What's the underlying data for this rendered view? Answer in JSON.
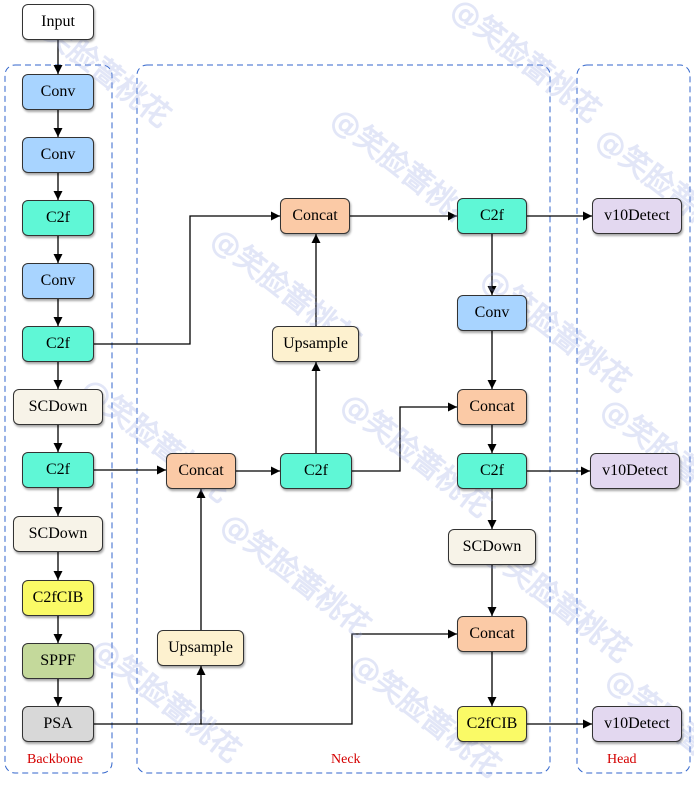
{
  "colors": {
    "input": "#ffffff",
    "conv": "#a8d4ff",
    "c2f": "#5ff7d6",
    "scdown": "#f7f3e8",
    "c2fcib": "#fafa66",
    "sppf": "#c4d99b",
    "psa": "#d8d8d8",
    "concat": "#fbcaa6",
    "upsample": "#fdf1cf",
    "detect": "#e3d8f0",
    "section_border": "#3366cc",
    "section_label": "#d40000"
  },
  "sections": {
    "backbone": "Backbone",
    "neck": "Neck",
    "head": "Head"
  },
  "nodes": {
    "input": "Input",
    "b_conv1": "Conv",
    "b_conv2": "Conv",
    "b_c2f1": "C2f",
    "b_conv3": "Conv",
    "b_c2f2": "C2f",
    "b_scdown1": "SCDown",
    "b_c2f3": "C2f",
    "b_scdown2": "SCDown",
    "b_c2fcib": "C2fCIB",
    "b_sppf": "SPPF",
    "b_psa": "PSA",
    "n_concat_top": "Concat",
    "n_upsample_top": "Upsample",
    "n_concat_mid": "Concat",
    "n_c2f_mid": "C2f",
    "n_upsample_bottom": "Upsample",
    "n_c2f_r1": "C2f",
    "n_conv_r": "Conv",
    "n_concat_r1": "Concat",
    "n_c2f_r2": "C2f",
    "n_scdown_r": "SCDown",
    "n_concat_r2": "Concat",
    "n_c2fcib_r": "C2fCIB",
    "h_detect1": "v10Detect",
    "h_detect2": "v10Detect",
    "h_detect3": "v10Detect"
  },
  "watermark": "@笑脸蔷桃花"
}
